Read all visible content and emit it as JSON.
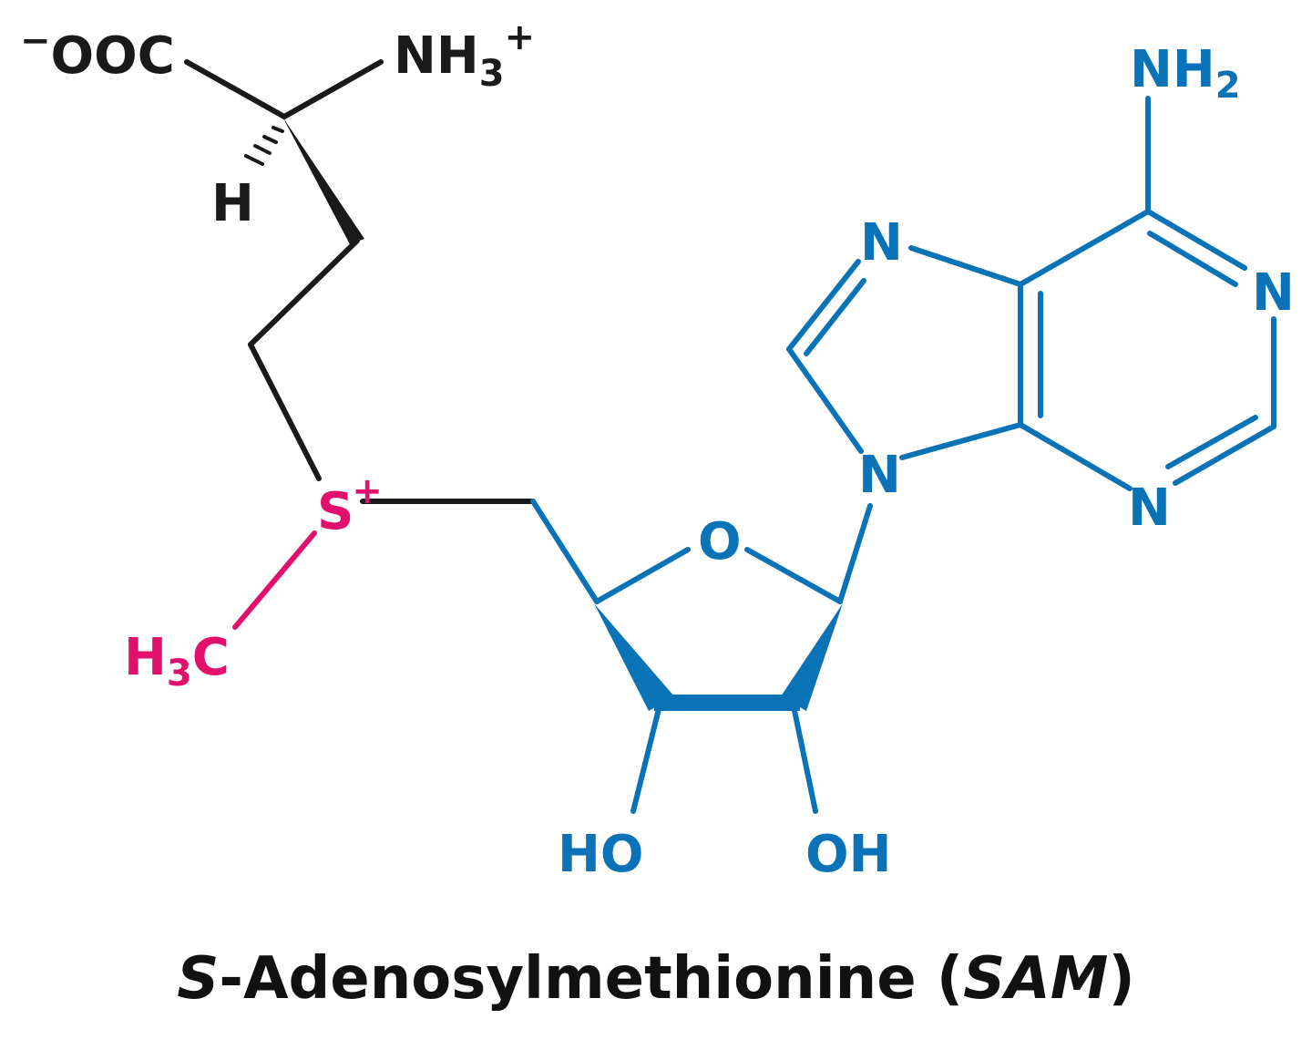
{
  "colors": {
    "backbone": "#1a1a1a",
    "methyl": "#e0106c",
    "adenosine": "#0a73b7"
  },
  "labels": {
    "carboxylate": {
      "charge": "−",
      "text": "OOC"
    },
    "amine": {
      "base": "NH",
      "sub": "3",
      "charge": "+"
    },
    "hydrogen": "H",
    "sulfur": {
      "base": "S",
      "charge": "+"
    },
    "methyl": {
      "base": "H",
      "sub": "3",
      "tail": "C"
    },
    "ring_oxygen": "O",
    "amino": {
      "base": "NH",
      "sub": "2"
    },
    "n_top": "N",
    "n_right": "N",
    "n_bottom": "N",
    "n_glycosidic": "N",
    "hydroxyl_left": "HO",
    "hydroxyl_right": "OH"
  },
  "caption": {
    "italic_part": "S",
    "rest": "-Adenosylmethionine (",
    "abbr": "SAM",
    "close": ")"
  }
}
